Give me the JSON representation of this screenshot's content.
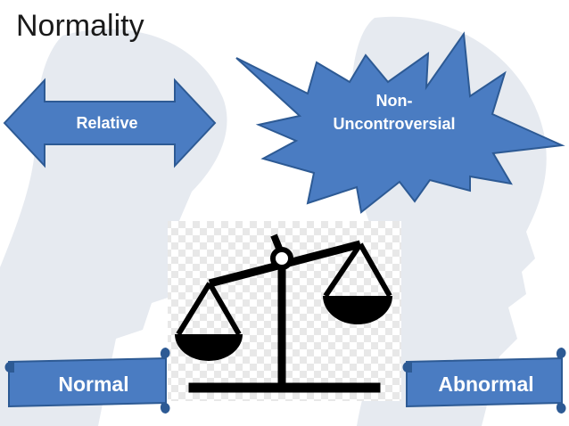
{
  "title": "Normality",
  "arrow_label": "Relative",
  "burst_label": {
    "line1": "Non-",
    "line2": "Uncontroversial"
  },
  "scroll_left_label": "Normal",
  "scroll_right_label": "Abnormal",
  "icons": {
    "background": "profiles-watermark-icon",
    "center": "balance-scale-icon"
  },
  "colors": {
    "shape_fill": "#4a7cc2",
    "shape_stroke": "#2d5a94",
    "watermark": "#e6eaf0",
    "scale": "#000000"
  }
}
